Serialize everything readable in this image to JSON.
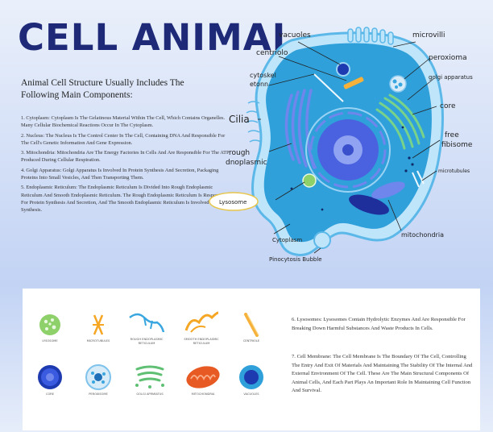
{
  "header": {
    "title": "CELL ANIMAL",
    "subtitle": "Animal Cell Structure Usually Includes The Following Main Components:"
  },
  "components": [
    "1. Cytoplasm: Cytoplasm Is The Gelatinous Material Within The Cell, Which Contains Organelles. Many Cellular Biochemical Reactions Occur In The Cytoplasm.",
    "2. Nucleus: The Nucleus Is The Control Center In The Cell, Containing DNA And Responsible For The Cell's Genetic Information And Gene Expression.",
    "3. Mitochondria: Mitochondria Are The Energy Factories In Cells And Are Responsible For The ATP Produced During Cellular Respiration.",
    "4. Golgi Apparatus: Golgi Apparatus Is Involved In Protein Synthesis And Secretion, Packaging Proteins Into Small Vesicles, And Then Transporting Them.",
    "5. Endoplasmic Reticulum: The Endoplasmic Reticulum Is Divided Into Rough Endoplasmic Reticulum And Smooth Endoplasmic Reticulum. The Rough Endoplasmic Reticulum Is Responsible For Protein Synthesis And Secretion, And The Smooth Endoplasmic Reticulum Is Involved In Lipid Synthesis."
  ],
  "diagram_labels": {
    "vacuoles": "vacuoles",
    "microvilli": "microvilli",
    "centriole": "centriolo",
    "peroxisome": "peroxioma",
    "golgi": "golgi apparatus",
    "cytoskeleton_1": "cytoskel",
    "cytoskeleton_2": "etonn",
    "cilia": "Cilia",
    "core": "core",
    "free_ribosome_1": "free",
    "free_ribosome_2": "fibisome",
    "rough_er_1": "rough",
    "rough_er_2": "dnoplasmic",
    "microtubules": "microtubules",
    "lysosome": "Lysosome",
    "mitochondria": "mitochondria",
    "cytoplasm": "Cytoplasm",
    "pinocytosis": "Pinocytosis Bubble"
  },
  "legend": [
    {
      "label": "LYSOSOME"
    },
    {
      "label": "MICROTUBULES"
    },
    {
      "label": "ROUGH ENDOPLASMIC RETICULUM"
    },
    {
      "label": "SMOOTH ENDOPLASMIC RETICULUM"
    },
    {
      "label": "CENTRIOLE"
    },
    {
      "label": "CORE"
    },
    {
      "label": "PEROXISOME"
    },
    {
      "label": "GOLGI APPARATUS"
    },
    {
      "label": "MITOCHONDRIA"
    },
    {
      "label": "VACUOLES"
    }
  ],
  "extra_components": [
    "6. Lysosomes: Lysosomes Contain Hydrolytic Enzymes And Are Responsible For Breaking Down Harmful Substances And Waste Products In Cells.",
    "7. Cell Membrane: The Cell Membrane Is The Boundary Of The Cell, Controlling The Entry And Exit Of Materials And Maintaining The Stability Of The Internal And External Environment Of The Cell. These Are The Main Structural Components Of Animal Cells, And Each Part Plays An Important Role In Maintaining Cell Function And Survival."
  ],
  "colors": {
    "title": "#1e2a78",
    "membrane": "#3aa6df",
    "cytoplasm": "#2fa0da",
    "nucleus": "#4a62e0",
    "er": "#6f86ec",
    "golgi": "#78d28a",
    "mitochondria": "#e85a24",
    "lysosome_ring": "#e8c64a"
  }
}
